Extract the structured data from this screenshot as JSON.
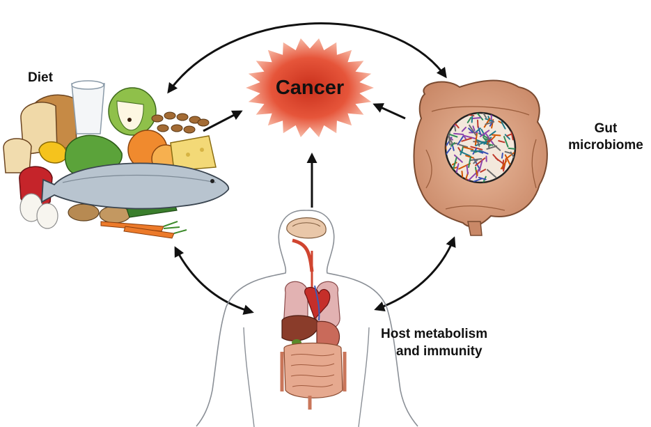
{
  "nodes": {
    "cancer": "Cancer",
    "diet": "Diet",
    "gut_line1": "Gut",
    "gut_line2": "microbiome",
    "host_line1": "Host metabolism",
    "host_line2": "and immunity"
  },
  "icons": {
    "cancer": "cancer-burst-icon",
    "diet": "food-pile-icon",
    "gut": "intestine-icon",
    "host": "human-body-organs-icon"
  },
  "colors": {
    "cancer_core": "#e6553a",
    "cancer_glow": "#f7b59a",
    "cancer_text": "#ffffff",
    "intestine": "#d9a07e",
    "arrow": "#111111"
  }
}
